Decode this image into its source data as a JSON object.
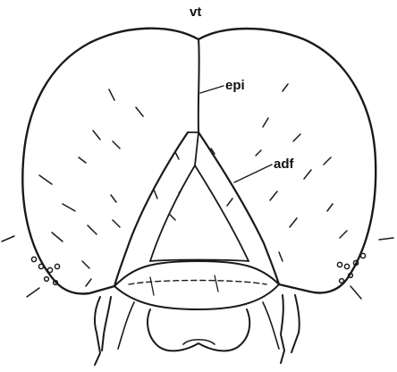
{
  "figure": {
    "labels": {
      "vt": "vt",
      "epi": "epi",
      "adf": "adf"
    },
    "colors": {
      "ink": "#1a1a1a",
      "background": "#ffffff"
    }
  }
}
